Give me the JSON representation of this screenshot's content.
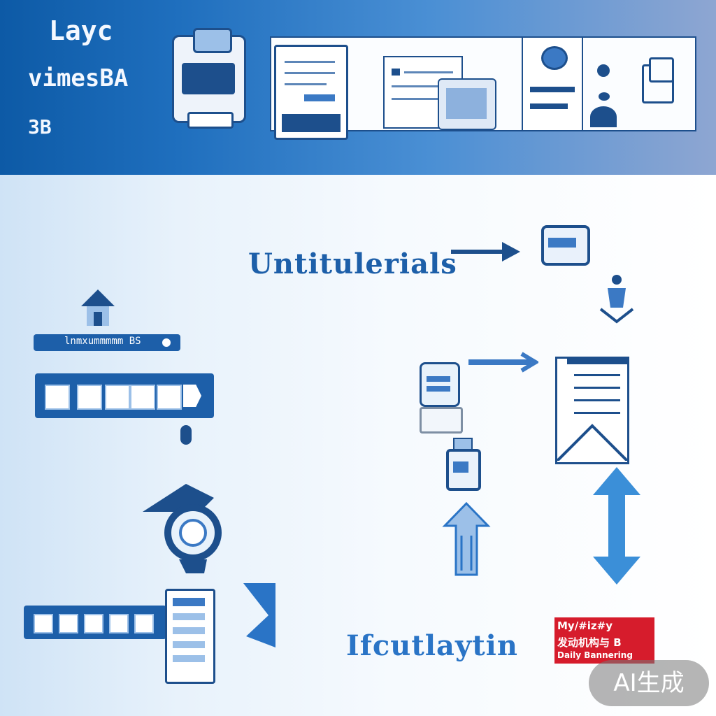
{
  "header": {
    "title": "Layc",
    "subtitle": "vimesBA",
    "meta": "3B"
  },
  "labels": {
    "top": "Untitulerials",
    "bottom": "Ifcutlaytin"
  },
  "search_bar": {
    "text": "lnmxummmmm BS"
  },
  "red_label": {
    "line1": "My/#iz#y",
    "line2": "发动机构与 B",
    "line3": "Daily Bannering"
  },
  "watermark": "AI生成",
  "colors": {
    "primary": "#1d5fa9",
    "dark": "#1d4f8c",
    "header_left": "#0d5aa6",
    "header_right": "#8ea6d2",
    "accent_red": "#d61c2c"
  }
}
